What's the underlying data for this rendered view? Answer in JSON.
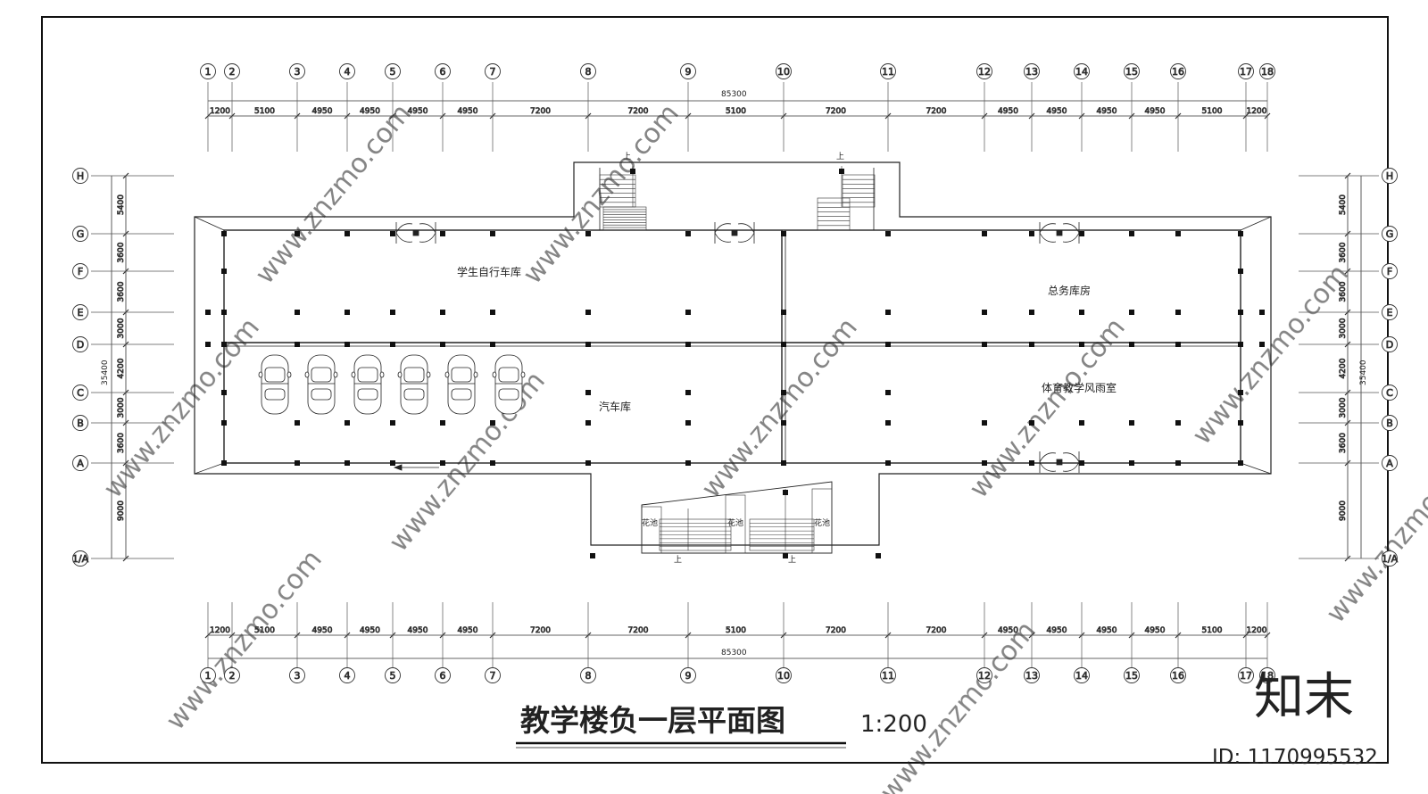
{
  "drawing": {
    "title": "教学楼负一层平面图",
    "scale": "1:200",
    "total_width_dim": "85300",
    "total_depth_dim": "35400",
    "rooms": {
      "bike_garage": "学生自行车库",
      "car_garage": "汽车库",
      "general_storage": "总务库房",
      "pe_hall": "体育教学风雨室",
      "planter": "花池",
      "up": "上"
    }
  },
  "grid": {
    "columns": [
      "1",
      "2",
      "3",
      "4",
      "5",
      "6",
      "7",
      "8",
      "9",
      "10",
      "11",
      "12",
      "13",
      "14",
      "15",
      "16",
      "17",
      "18"
    ],
    "column_spacings": [
      "1200",
      "5100",
      "4950",
      "4950",
      "4950",
      "4950",
      "7200",
      "7200",
      "5100",
      "7200",
      "7200",
      "4950",
      "4950",
      "4950",
      "4950",
      "5100",
      "1200"
    ],
    "rows": [
      "H",
      "G",
      "F",
      "E",
      "D",
      "C",
      "B",
      "A",
      "1/A"
    ],
    "row_spacings": [
      "5400",
      "3600",
      "3600",
      "3000",
      "4200",
      "3000",
      "3600",
      "9000"
    ]
  },
  "branding": {
    "logo": "知末",
    "id_label": "ID: 1170995532",
    "watermark": "www.znzmo.com"
  }
}
